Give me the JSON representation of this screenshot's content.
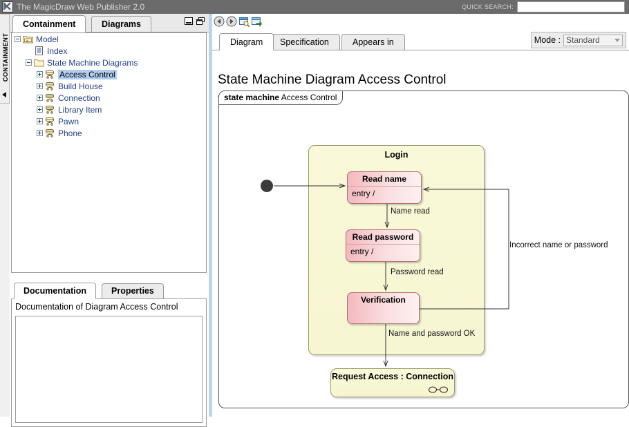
{
  "window": {
    "title": "The MagicDraw Web Publisher 2.0",
    "app_icon": "magicdraw-logo-icon",
    "quick_search_label": "QUICK SEARCH:",
    "quick_search_value": "",
    "quick_search_placeholder": ""
  },
  "left_strip": {
    "vertical_tab_label": "CONTAINMENT",
    "collapse_icon": "triangle-left-icon"
  },
  "left_panel": {
    "tabs": [
      {
        "label": "Containment",
        "selected": true
      },
      {
        "label": "Diagrams",
        "selected": false
      }
    ],
    "panel_buttons": [
      {
        "name": "minimize-panel-icon"
      },
      {
        "name": "cascade-windows-icon"
      }
    ],
    "tree": [
      {
        "label": "Model",
        "indent": 0,
        "expander": "minus",
        "icon": "model-folder-icon",
        "selected": false
      },
      {
        "label": "Index",
        "indent": 1,
        "expander": "none",
        "icon": "index-document-icon",
        "selected": false
      },
      {
        "label": "State Machine Diagrams",
        "indent": 1,
        "expander": "minus",
        "icon": "folder-icon",
        "selected": false
      },
      {
        "label": "Access Control",
        "indent": 2,
        "expander": "plus",
        "icon": "state-machine-icon",
        "selected": true
      },
      {
        "label": "Build House",
        "indent": 2,
        "expander": "plus",
        "icon": "state-machine-icon",
        "selected": false
      },
      {
        "label": "Connection",
        "indent": 2,
        "expander": "plus",
        "icon": "state-machine-icon",
        "selected": false
      },
      {
        "label": "Library Item",
        "indent": 2,
        "expander": "plus",
        "icon": "state-machine-icon",
        "selected": false
      },
      {
        "label": "Pawn",
        "indent": 2,
        "expander": "plus",
        "icon": "state-machine-icon",
        "selected": false
      },
      {
        "label": "Phone",
        "indent": 2,
        "expander": "plus",
        "icon": "state-machine-icon",
        "selected": false
      }
    ],
    "doc_tabs": [
      {
        "label": "Documentation",
        "selected": true
      },
      {
        "label": "Properties",
        "selected": false
      }
    ],
    "doc_header": "Documentation of Diagram Access Control",
    "doc_text": ""
  },
  "right_panel": {
    "toolbar": [
      {
        "name": "back-icon"
      },
      {
        "name": "forward-icon"
      },
      {
        "name": "show-in-window-icon"
      },
      {
        "name": "open-in-new-window-icon"
      }
    ],
    "tabs": [
      {
        "label": "Diagram",
        "selected": true
      },
      {
        "label": "Specification",
        "selected": false
      },
      {
        "label": "Appears in",
        "selected": false
      }
    ],
    "mode": {
      "label": "Mode :",
      "value": "Standard",
      "options": [
        "Standard"
      ],
      "caret_icon": "chevron-down-icon"
    },
    "page_title": "State Machine Diagram Access Control"
  },
  "diagram": {
    "frame_kind": "state machine",
    "frame_name": "Access Control",
    "initial_pseudostate": "initial-state-icon",
    "composite_state": {
      "name": "Login"
    },
    "states": [
      {
        "id": "read-name",
        "name": "Read name",
        "body": "entry /",
        "has_divider": true
      },
      {
        "id": "read-password",
        "name": "Read password",
        "body": "entry /",
        "has_divider": true
      },
      {
        "id": "verification",
        "name": "Verification",
        "body": "",
        "has_divider": false
      }
    ],
    "submachine_state": {
      "name": "Request Access : Connection",
      "icon": "submachine-state-icon"
    },
    "transitions": [
      {
        "from": "initial",
        "to": "read-name",
        "label": ""
      },
      {
        "from": "read-name",
        "to": "read-password",
        "label": "Name read"
      },
      {
        "from": "read-password",
        "to": "verification",
        "label": "Password read"
      },
      {
        "from": "verification",
        "to": "read-name",
        "label": "Incorrect name or password"
      },
      {
        "from": "verification",
        "to": "request-access",
        "label": "Name and password OK"
      }
    ]
  },
  "colors": {
    "titlebar": "#6b6b6b",
    "divider": "#b9d3f0",
    "tree_link": "#24418a",
    "selection": "#b0cdf0",
    "state_fill_start": "#f3b9bf",
    "state_fill_end": "#fdf1f1",
    "composite_fill": "#f8f7d5",
    "frame_border": "#565656"
  }
}
